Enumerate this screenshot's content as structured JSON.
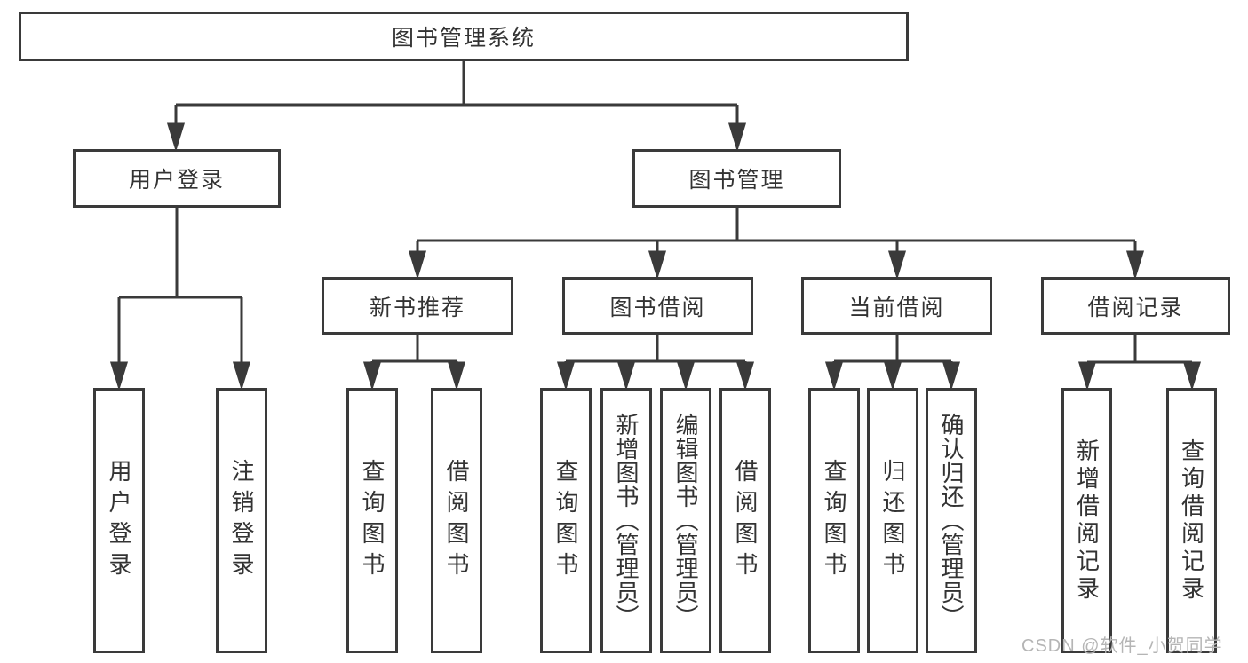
{
  "tree": {
    "label": "图书管理系统",
    "children": [
      {
        "label": "用户登录",
        "children": [
          {
            "label": "用户登录"
          },
          {
            "label": "注销登录"
          }
        ]
      },
      {
        "label": "图书管理",
        "children": [
          {
            "label": "新书推荐",
            "children": [
              {
                "label": "查询图书"
              },
              {
                "label": "借阅图书"
              }
            ]
          },
          {
            "label": "图书借阅",
            "children": [
              {
                "label": "查询图书"
              },
              {
                "label": "新增图书（管理员）"
              },
              {
                "label": "编辑图书（管理员）"
              },
              {
                "label": "借阅图书"
              }
            ]
          },
          {
            "label": "当前借阅",
            "children": [
              {
                "label": "查询图书"
              },
              {
                "label": "归还图书"
              },
              {
                "label": "确认归还（管理员）"
              }
            ]
          },
          {
            "label": "借阅记录",
            "children": [
              {
                "label": "新增借阅记录"
              },
              {
                "label": "查询借阅记录"
              }
            ]
          }
        ]
      }
    ]
  },
  "watermark": {
    "text": "CSDN @软件_小贺同学"
  },
  "colors": {
    "line": "#3a3a3a",
    "text": "#333333",
    "watermark_gray": "#b5b5b5",
    "background": "#ffffff"
  }
}
